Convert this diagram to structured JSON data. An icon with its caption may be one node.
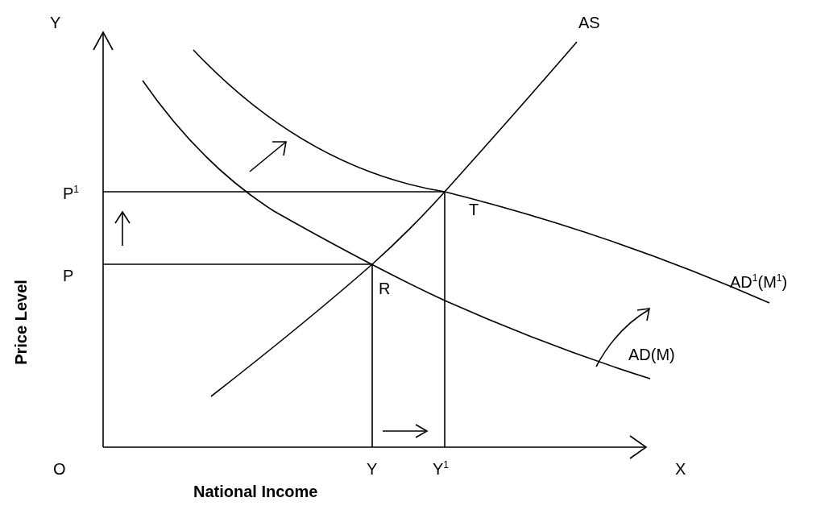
{
  "diagram": {
    "labels": [
      "Y",
      "AS",
      "P$^{1}$",
      "T",
      "P",
      "R",
      "AD$^{1}$(M$^{1}$)",
      "AD(M)",
      "O",
      "Y",
      "Y$^{1}$",
      "X",
      "National Income",
      "Price Level"
    ]
  }
}
